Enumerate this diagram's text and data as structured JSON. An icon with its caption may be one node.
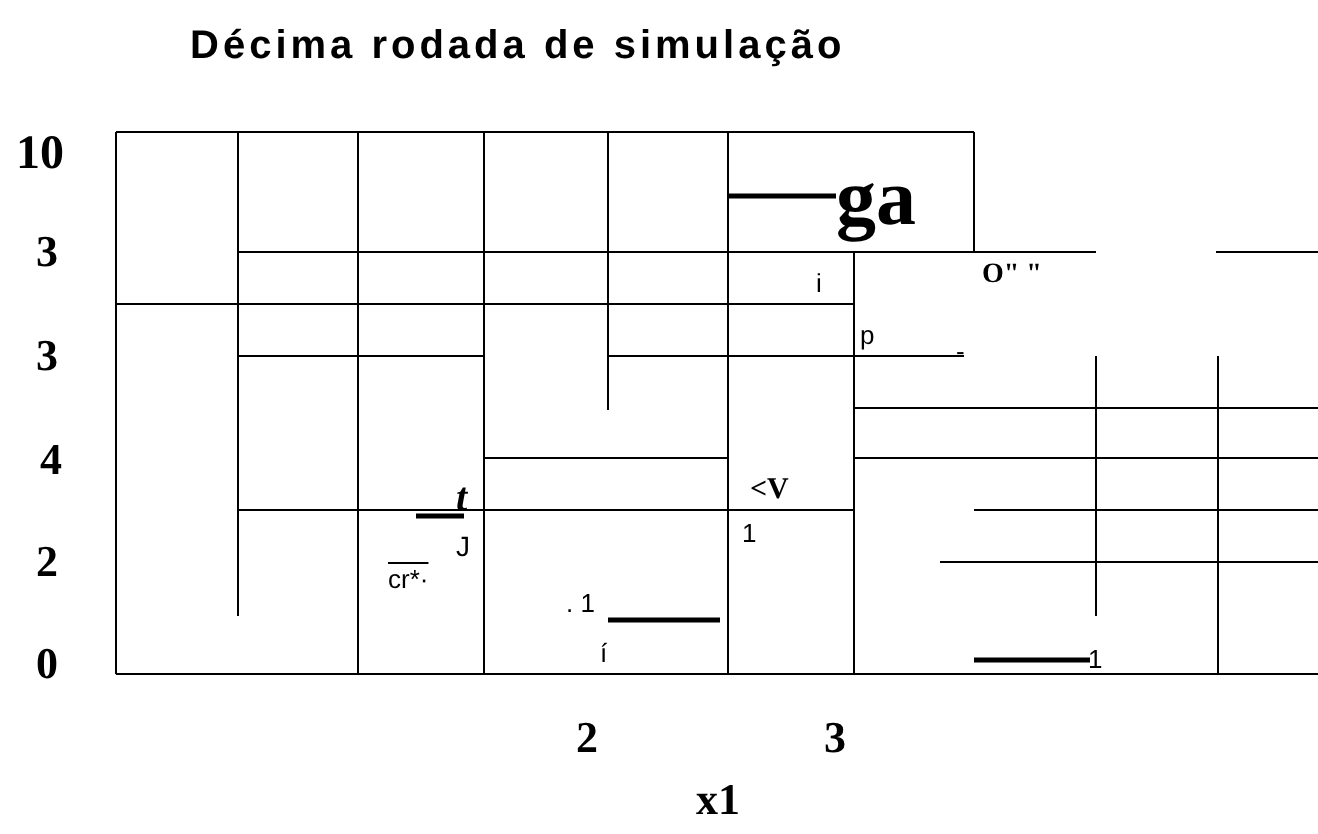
{
  "diagram": {
    "title": "Décima rodada de simulação",
    "labels": [
      "10",
      "ga",
      "3",
      "i",
      "O\" \"",
      "3",
      "p",
      "-",
      "4",
      "t",
      "<V",
      "1",
      "2",
      "J",
      "cr*·",
      ". 1",
      "0",
      "í",
      "1",
      "2",
      "3",
      "x1"
    ]
  }
}
